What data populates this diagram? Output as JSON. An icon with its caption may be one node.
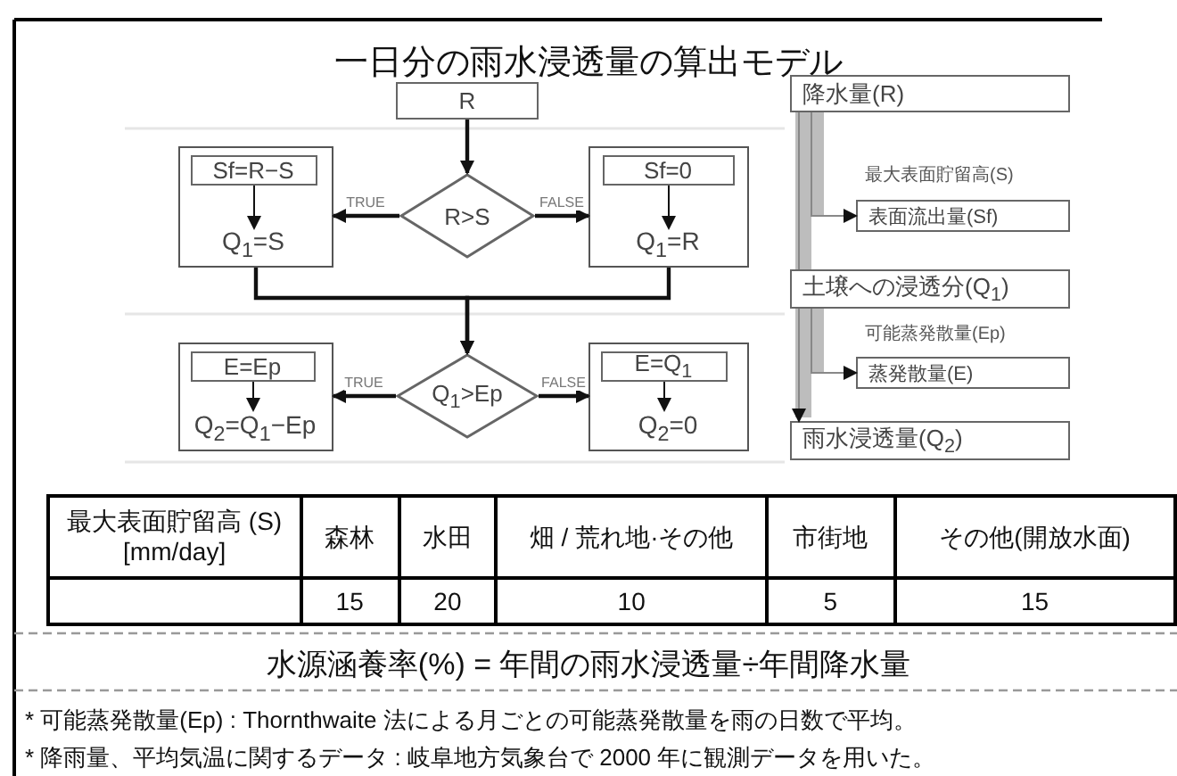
{
  "diagram": {
    "title": "一日分の雨水浸透量の算出モデル",
    "nodes": [
      {
        "text": [
          "R"
        ]
      },
      {
        "text": [],
        "shape": "box"
      },
      {
        "text": [
          "Sf=R−S"
        ],
        "in": 1
      },
      {
        "text": [
          "Q$_{1}$=S"
        ],
        "in": 1
      },
      {
        "text": [
          "R>S"
        ]
      },
      {
        "text": [],
        "shape": "box"
      },
      {
        "text": [
          "Sf=0"
        ],
        "in": 5
      },
      {
        "text": [
          "Q$_{1}$=R"
        ],
        "in": 5
      },
      {
        "text": [
          "Q$_{1}$>Ep"
        ]
      },
      {
        "text": [],
        "shape": "box"
      },
      {
        "text": [
          "E=Ep"
        ],
        "in": 9
      },
      {
        "text": [
          "Q$_{2}$=Q$_{1}$−Ep"
        ],
        "in": 9
      },
      {
        "text": [],
        "shape": "box"
      },
      {
        "text": [
          "E=Q$_{1}$"
        ],
        "in": 12
      },
      {
        "text": [
          "Q$_{2}$=0"
        ],
        "in": 12
      },
      {
        "text": [
          "降水量(R)"
        ]
      },
      {
        "text": [
          "表面流出量(Sf)"
        ]
      },
      {
        "text": [
          "土壌への浸透分(Q$_{1}$)"
        ]
      },
      {
        "text": [
          "蒸発散量(E)"
        ]
      },
      {
        "text": [
          "雨水浸透量(Q$_{2}$)"
        ]
      }
    ],
    "edges": [
      {
        "from": 0,
        "to": 4,
        "arrow": "to"
      },
      {
        "from": 2,
        "to": 3,
        "arrow": "to"
      },
      {
        "from": 4,
        "to": 1,
        "arrow": "to",
        "label": "TRUE"
      },
      {
        "from": 4,
        "to": 5,
        "arrow": "to",
        "label": "FALSE"
      },
      {
        "from": 6,
        "to": 7,
        "arrow": "to"
      },
      {
        "from": 1,
        "to": 8,
        "arrow": "to"
      },
      {
        "from": 5,
        "to": 8,
        "arrow": "to"
      },
      {
        "from": 8,
        "to": 9,
        "arrow": "to",
        "label": "TRUE"
      },
      {
        "from": 10,
        "to": 11,
        "arrow": "to"
      },
      {
        "from": 8,
        "to": 12,
        "arrow": "to",
        "label": "FALSE"
      },
      {
        "from": 13,
        "to": 14,
        "arrow": "to"
      },
      {
        "from": 15,
        "to": 16,
        "arrow": "to",
        "color": "#888888"
      },
      {
        "from": 15,
        "to": 17,
        "arrow": "none",
        "color": "#888888"
      },
      {
        "from": 17,
        "to": 18,
        "arrow": "to",
        "color": "#888888"
      },
      {
        "from": 17,
        "to": 19,
        "arrow": "to",
        "color": "#888888"
      }
    ],
    "labels": [
      "最大表面貯留高(S)",
      "可能蒸発散量(Ep)",
      "最大表面貯留高 (S) [mm/day]",
      "森林",
      "水田",
      "畑 / 荒れ地·その他",
      "市街地",
      "その他(開放水面)",
      "15",
      "20",
      "10",
      "5",
      "15",
      "水源涵養率(%) = 年間の雨水浸透量÷年間降水量",
      "* 可能蒸発散量(Ep) : Thornthwaite 法による月ごとの可能蒸発散量を雨の日数で平均。",
      "* 降雨量、平均気温に関するデータ : 岐阜地方気象台で 2000 年に観測データを用いた。"
    ]
  }
}
